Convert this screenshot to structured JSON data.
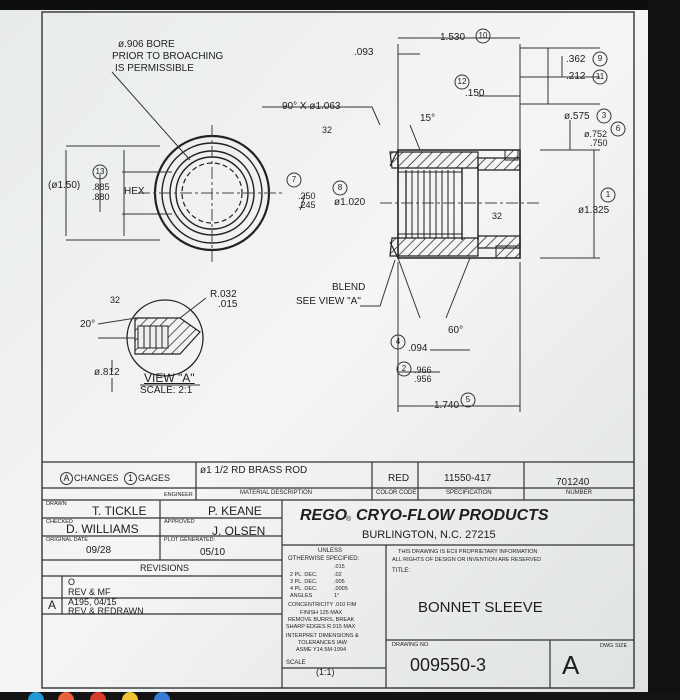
{
  "drawing": {
    "notes": {
      "bore_line1": "ø.906 BORE",
      "bore_line2": "PRIOR TO BROACHING",
      "bore_line3": "IS PERMISSIBLE",
      "chamfer": "90° X ø1.063",
      "finish_32a": "32",
      "finish_32b": "32",
      "finish_32c": "32",
      "hex_across": "(ø1.50)",
      "hex_885": ".885",
      "hex_880": ".880",
      "hex_label": "HEX",
      "dim_250": ".250",
      "dim_245": ".245",
      "dim_1020": "ø1.020",
      "dim_093": ".093",
      "dim_1530": "1.530",
      "dim_150": ".150",
      "dim_362": ".362",
      "dim_212": ".212",
      "dim_575": "ø.575",
      "dim_752": "ø.752",
      "dim_750": ".750",
      "dim_1325": "ø1.325",
      "angle_15": "15°",
      "r_032": "R.032",
      "r_015": ".015",
      "angle_20": "20°",
      "dim_812": "ø.812",
      "view_a": "VIEW \"A\"",
      "scale_21": "SCALE: 2:1",
      "blend1": "BLEND",
      "blend2": "SEE VIEW \"A\"",
      "angle_60": "60°",
      "dim_094": ".094",
      "dim_966": ".966",
      "dim_956": ".956",
      "dim_1740": "1.740",
      "balloons": [
        "13",
        "7",
        "8",
        "10",
        "12",
        "9",
        "11",
        "3",
        "6",
        "1",
        "4",
        "2",
        "5"
      ]
    },
    "title_block": {
      "changes": "CHANGES",
      "gages": "GAGES",
      "balloon_a": "A",
      "balloon_1": "1",
      "material": "ø1 1/2 RD BRASS ROD",
      "material_desc": "MATERIAL DESCRIPTION",
      "color": "RED",
      "color_code": "COLOR CODE",
      "spec": "11550-417",
      "spec_label": "SPECIFICATION",
      "number": "701240",
      "number_label": "NUMBER",
      "drawn_label": "DRAWN",
      "drawn": "T. TICKLE",
      "engineer_label": "ENGINEER",
      "engineer": "P. KEANE",
      "checked_label": "CHECKED",
      "checked": "D. WILLIAMS",
      "approved_label": "APPROVED",
      "approved": "J. OLSEN",
      "orig_date_label": "ORIGINAL DATE",
      "orig_date": "09/28",
      "plot_label": "PLOT GENERATED:",
      "plot_date": "05/10",
      "revisions": "REVISIONS",
      "rev_0": "O",
      "rev_0_text": "REV & MF",
      "rev_a": "A",
      "rev_a_text1": "A195, 04/15",
      "rev_a_text2": "REV & REDRAWN",
      "company_rego": "REGO",
      "company_reg": "®",
      "company_name": "CRYO-FLOW PRODUCTS",
      "company_city": "BURLINGTON, N.C. 27215",
      "unless1": "UNLESS",
      "unless2": "OTHERWISE SPECIFIED:",
      "tol_1pl": ".015",
      "tol_2pl_label": "2 PL. DEC.",
      "tol_2pl": ".02",
      "tol_3pl_label": "3 PL. DEC.",
      "tol_3pl": ".005",
      "tol_4pl_label": "4 PL. DEC.",
      "tol_4pl": ".0005",
      "tol_ang_label": "ANGLES",
      "tol_ang": "1°",
      "conc": "CONCENTRICITY .010 FIM",
      "finish": "FINISH 125 MAX",
      "burrs": "REMOVE BURRS, BREAK",
      "edges": "SHARP EDGES R.015 MAX",
      "interp1": "INTERPRET DIMENSIONS &",
      "interp2": "TOLERANCES IAW",
      "interp3": "ASME Y14.5M-1994",
      "scale_label": "SCALE",
      "scale_val": "(1:1)",
      "prop1": "THIS DRAWING IS ECII PROPRIETARY INFORMATION",
      "prop2": "ALL RIGHTS OF DESIGN OR INVENTION ARE RESERVED",
      "title_label": "TITLE:",
      "title": "BONNET SLEEVE",
      "dwg_no_label": "DRAWING NO.",
      "dwg_no": "009550-3",
      "size_label": "DWG SIZE",
      "size": "A"
    }
  },
  "taskbar": {
    "icons": [
      "edge-icon",
      "app-icon",
      "chrome-icon",
      "app-icon-2",
      "app-icon-3"
    ]
  }
}
